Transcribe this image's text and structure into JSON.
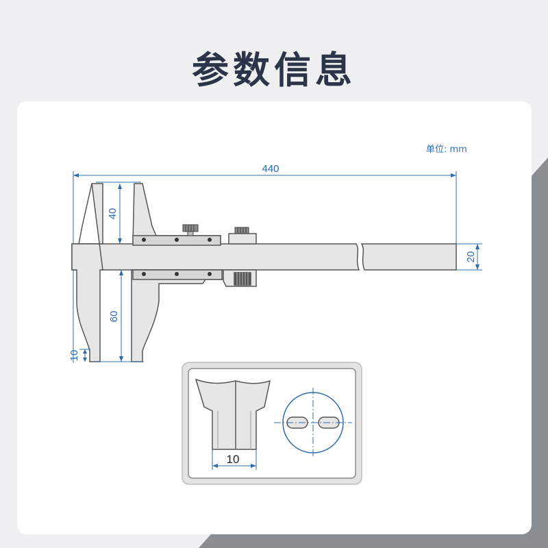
{
  "title": "参数信息",
  "unit": "单位: mm",
  "dimensions": {
    "total_length": "440",
    "upper_jaw": "40",
    "lower_jaw": "60",
    "beam_height": "20",
    "tip_small": "10",
    "tip_detail": "10"
  },
  "colors": {
    "dimension": "#2b6cb0",
    "title": "#2b3448",
    "outline": "#555555",
    "fill": "#e8e8e8"
  }
}
